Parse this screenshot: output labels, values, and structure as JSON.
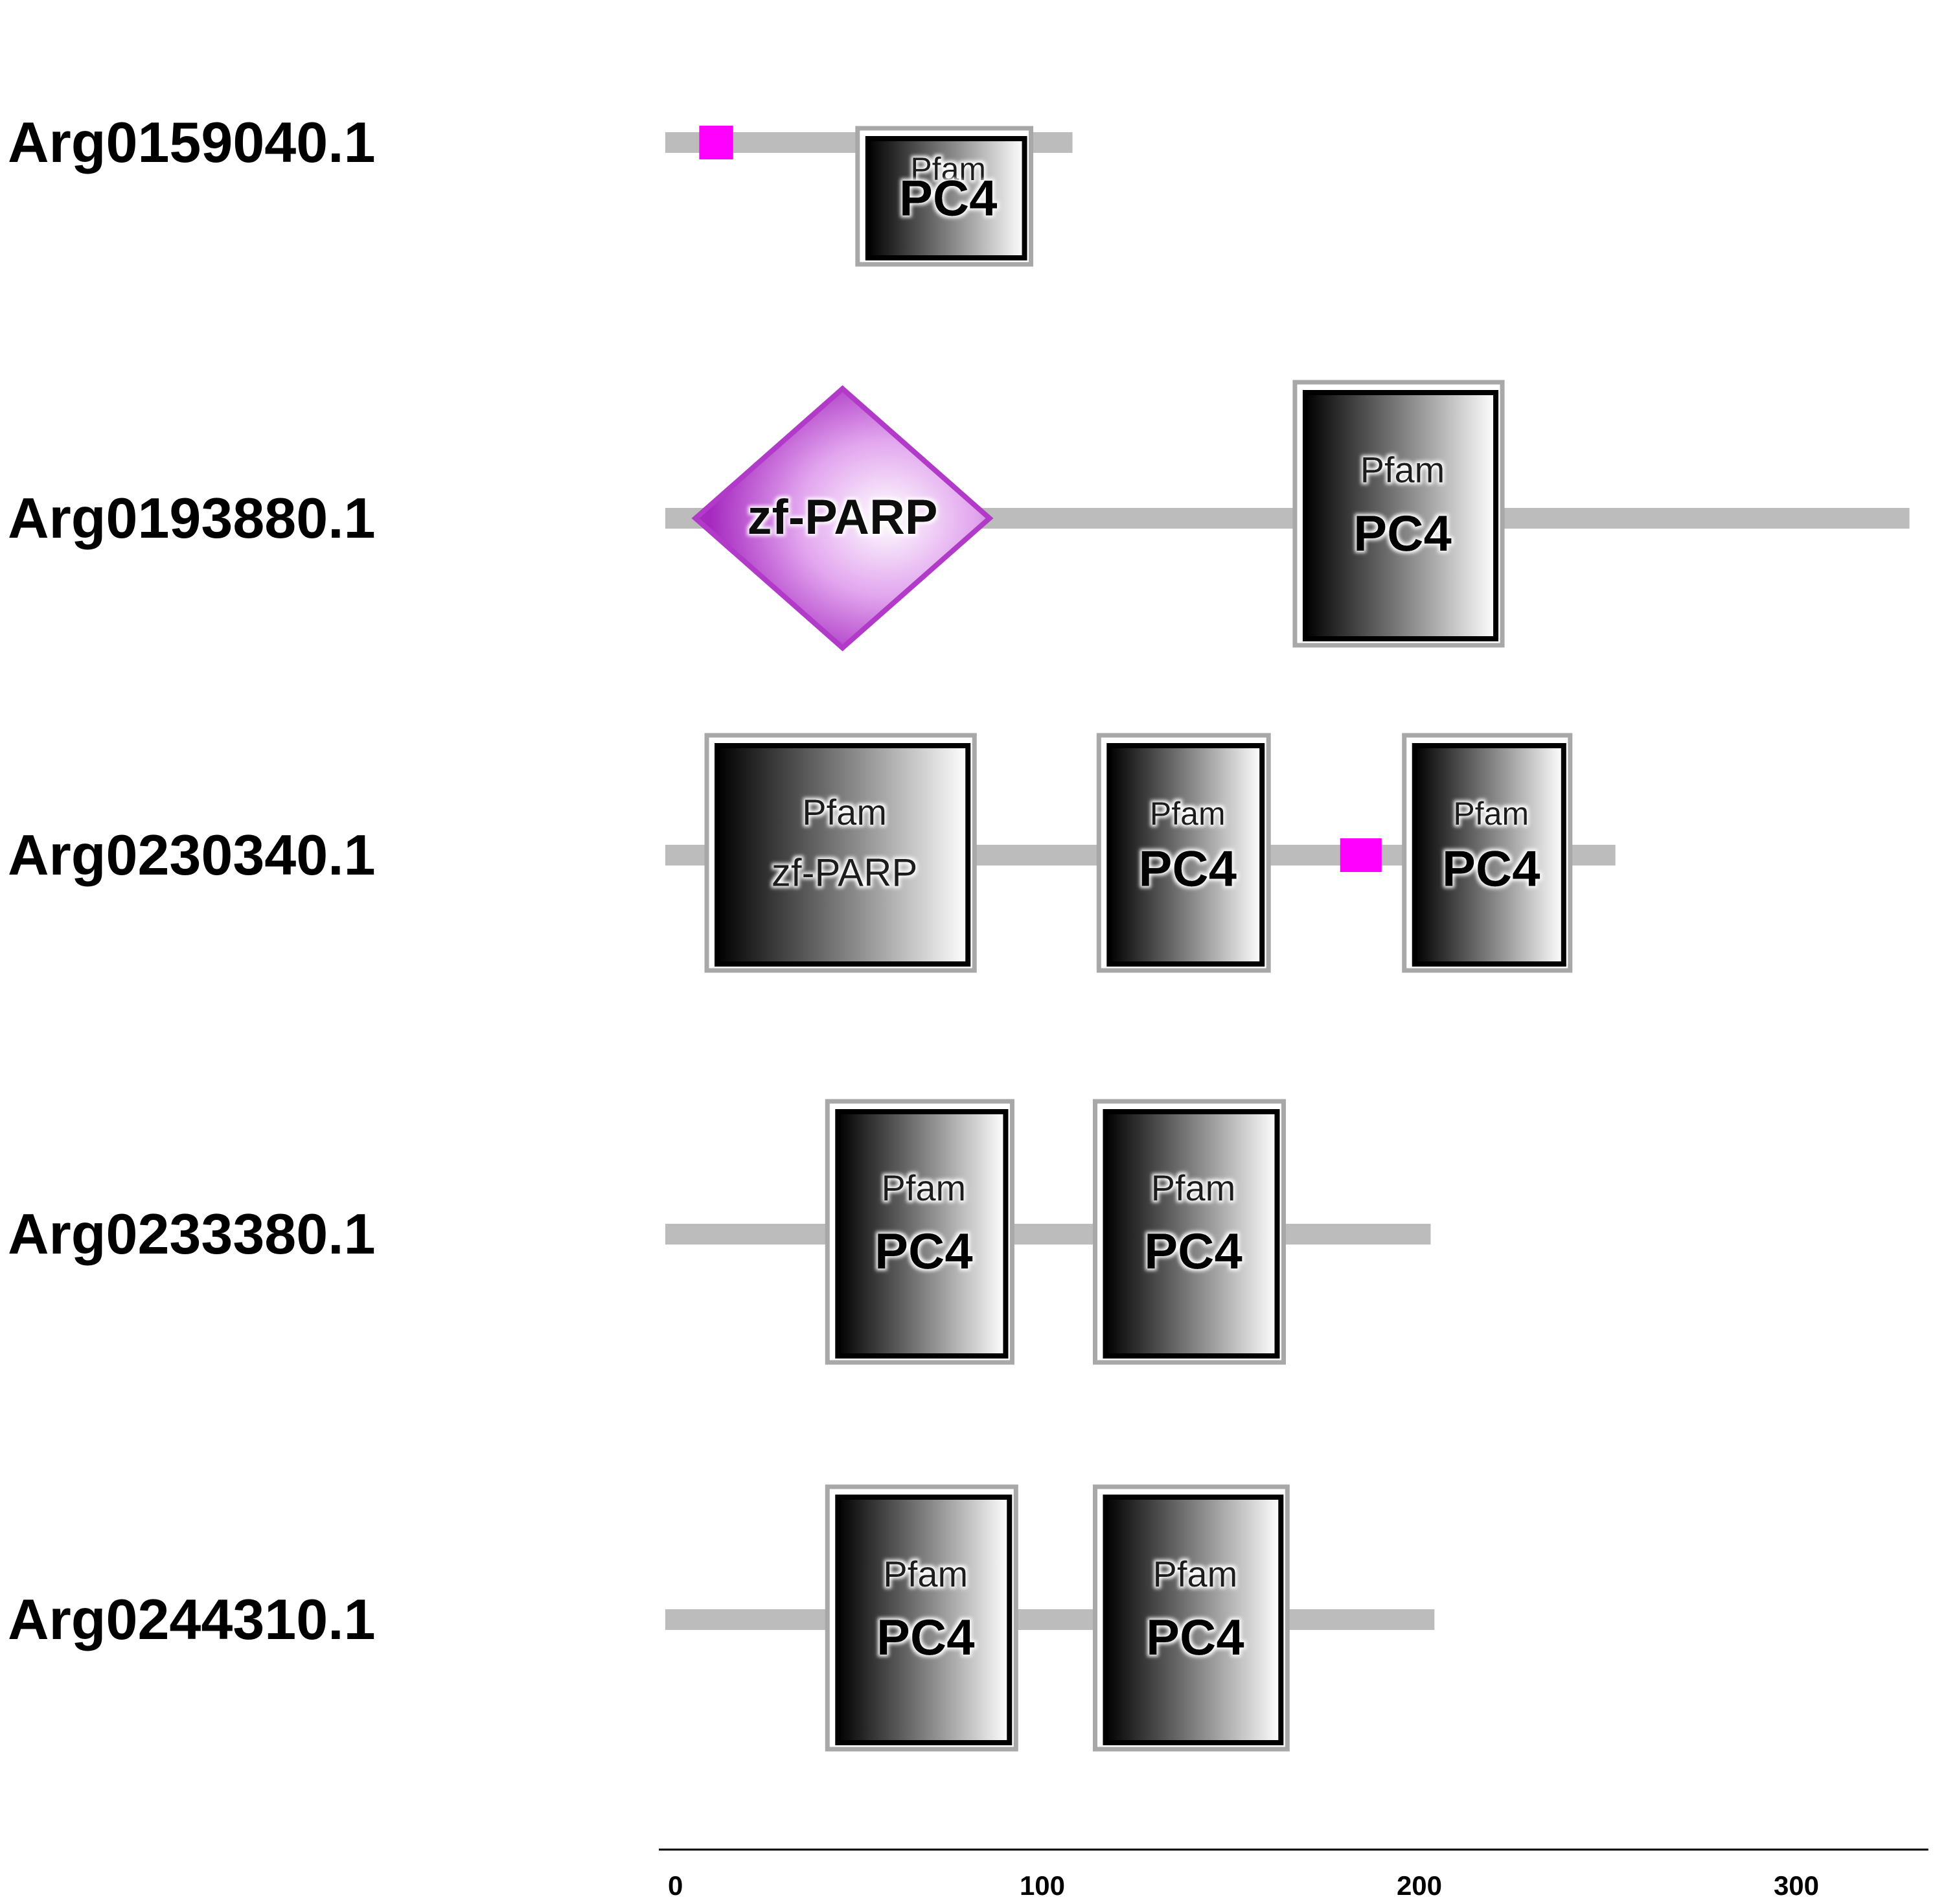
{
  "proteins": [
    {
      "id": "Arg0159040.1",
      "length": 108,
      "features": [
        {
          "type": "low-complexity",
          "start": 9,
          "end": 18
        },
        {
          "type": "pfam",
          "source": "Pfam",
          "name": "PC4",
          "start": 51,
          "end": 97
        }
      ]
    },
    {
      "id": "Arg0193880.1",
      "length": 330,
      "features": [
        {
          "type": "zinc-finger",
          "name": "zf-PARP",
          "start": 8,
          "end": 86
        },
        {
          "type": "pfam",
          "source": "Pfam",
          "name": "PC4",
          "start": 167,
          "end": 222
        }
      ]
    },
    {
      "id": "Arg0230340.1",
      "length": 252,
      "features": [
        {
          "type": "pfam",
          "source": "Pfam",
          "name": "zf-PARP",
          "start": 11,
          "end": 82
        },
        {
          "type": "pfam",
          "source": "Pfam",
          "name": "PC4",
          "start": 115,
          "end": 160
        },
        {
          "type": "low-complexity",
          "start": 179,
          "end": 190
        },
        {
          "type": "pfam",
          "source": "Pfam",
          "name": "PC4",
          "start": 196,
          "end": 240
        }
      ]
    },
    {
      "id": "Arg0233380.1",
      "length": 203,
      "features": [
        {
          "type": "pfam",
          "source": "Pfam",
          "name": "PC4",
          "start": 43,
          "end": 92
        },
        {
          "type": "pfam",
          "source": "Pfam",
          "name": "PC4",
          "start": 114,
          "end": 164
        }
      ]
    },
    {
      "id": "Arg0244310.1",
      "length": 204,
      "features": [
        {
          "type": "pfam",
          "source": "Pfam",
          "name": "PC4",
          "start": 43,
          "end": 93
        },
        {
          "type": "pfam",
          "source": "Pfam",
          "name": "PC4",
          "start": 114,
          "end": 165
        }
      ]
    }
  ],
  "scale": {
    "ticks": [
      "0",
      "100",
      "200",
      "300"
    ],
    "max": 335
  },
  "colors": {
    "backbone": "#bcbcbc",
    "low_complexity": "#ff00ff",
    "diamond": "#b23ac8",
    "axis": "#000000"
  }
}
